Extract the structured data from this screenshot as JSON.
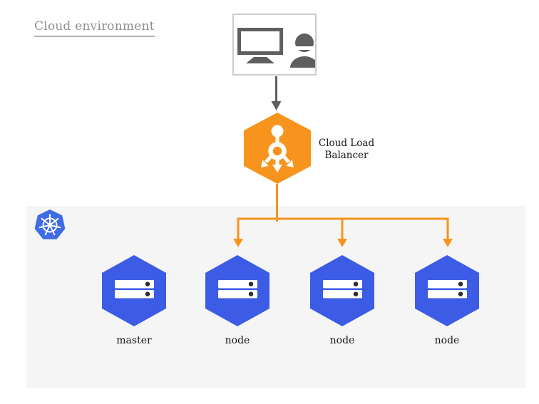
{
  "header": {
    "title": "Cloud environment"
  },
  "workstation": {
    "icon": "workstation-user-icon"
  },
  "load_balancer": {
    "icon": "load-balancer-icon",
    "label_lines": [
      "Cloud Load",
      "Balancer"
    ]
  },
  "cluster": {
    "logo_icon": "kubernetes-logo-icon",
    "nodes": [
      {
        "label": "master",
        "icon": "server-icon"
      },
      {
        "label": "node",
        "icon": "server-icon"
      },
      {
        "label": "node",
        "icon": "server-icon"
      },
      {
        "label": "node",
        "icon": "server-icon"
      }
    ]
  },
  "colors": {
    "orange": "#F7941D",
    "node_blue": "#3C5CE6",
    "k8s_blue": "#3E6BE6",
    "panel_gray": "#F5F5F5",
    "icon_gray": "#6B6B6B",
    "arrow_gray": "#5F5F5F",
    "title_gray": "#8F8F8F",
    "underline_gray": "#B0B0B0",
    "text_dark": "#161616",
    "box_border": "#CBCBCB",
    "dot_dark": "#2D2D2D",
    "background": "#FFFFFF"
  }
}
